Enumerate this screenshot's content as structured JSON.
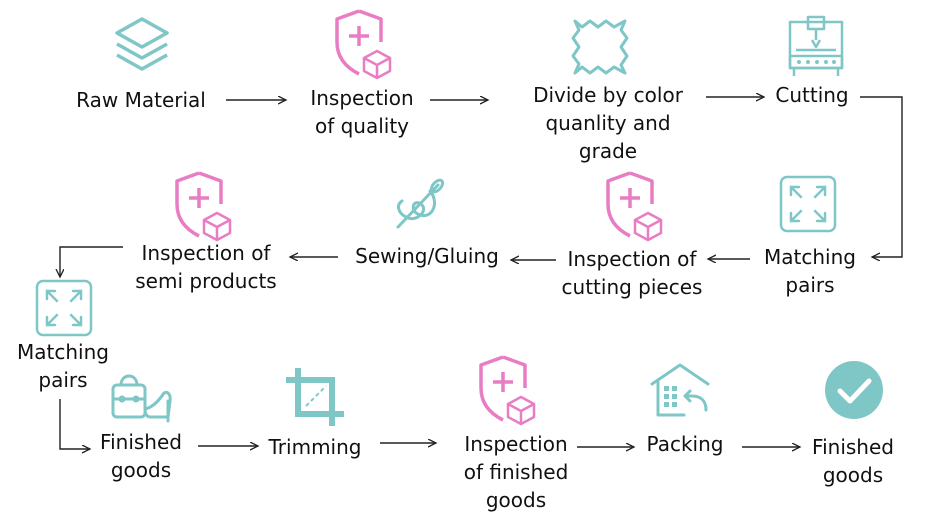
{
  "colors": {
    "teal": "#7fc6c6",
    "pink": "#e87dc3",
    "arrow": "#222222",
    "text": "#111111"
  },
  "steps": {
    "raw_material": {
      "lines": [
        "Raw Material"
      ],
      "icon": "layers-icon"
    },
    "inspection_quality": {
      "lines": [
        "Inspection",
        "of quality"
      ],
      "icon": "shield-plus-box-icon"
    },
    "divide_color": {
      "lines": [
        "Divide by color",
        "quanlity and",
        "grade"
      ],
      "icon": "leather-swatch-icon"
    },
    "cutting": {
      "lines": [
        "Cutting"
      ],
      "icon": "cutting-machine-icon"
    },
    "matching_pairs_1": {
      "lines": [
        "Matching",
        "pairs"
      ],
      "icon": "expand-frame-icon"
    },
    "inspection_cutting": {
      "lines": [
        "Inspection of",
        "cutting pieces"
      ],
      "icon": "shield-plus-box-icon"
    },
    "sewing_gluing": {
      "lines": [
        "Sewing/Gluing"
      ],
      "icon": "needle-thread-icon"
    },
    "inspection_semi": {
      "lines": [
        "Inspection of",
        "semi products"
      ],
      "icon": "shield-plus-box-icon"
    },
    "matching_pairs_2": {
      "lines": [
        "Matching",
        "pairs"
      ],
      "icon": "expand-frame-icon"
    },
    "finished_goods_1": {
      "lines": [
        "Finished",
        "goods"
      ],
      "icon": "handbag-shoe-icon"
    },
    "trimming": {
      "lines": [
        "Trimming"
      ],
      "icon": "crop-icon"
    },
    "inspection_finished": {
      "lines": [
        "Inspection",
        "of finished",
        "goods"
      ],
      "icon": "shield-plus-box-icon"
    },
    "packing": {
      "lines": [
        "Packing"
      ],
      "icon": "warehouse-return-icon"
    },
    "finished_goods_2": {
      "lines": [
        "Finished",
        "goods"
      ],
      "icon": "check-circle-icon"
    }
  }
}
